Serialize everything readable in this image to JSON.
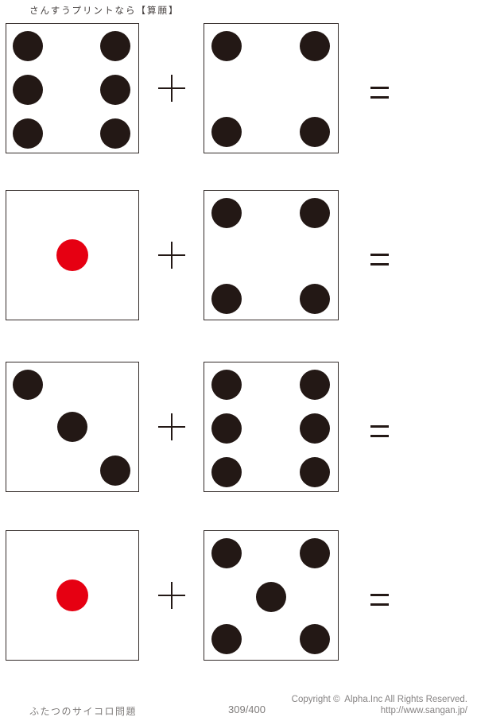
{
  "header": {
    "title": "さんすうプリントなら【算願】"
  },
  "problems": [
    {
      "left": {
        "value": 6,
        "pip_color": "#231815"
      },
      "right": {
        "value": 4,
        "pip_color": "#231815"
      }
    },
    {
      "left": {
        "value": 1,
        "pip_color": "#e60012"
      },
      "right": {
        "value": 4,
        "pip_color": "#231815"
      }
    },
    {
      "left": {
        "value": 3,
        "pip_color": "#231815"
      },
      "right": {
        "value": 6,
        "pip_color": "#231815"
      }
    },
    {
      "left": {
        "value": 1,
        "pip_color": "#e60012"
      },
      "right": {
        "value": 5,
        "pip_color": "#231815"
      }
    }
  ],
  "operators": {
    "plus_label": "+",
    "equals_label": "="
  },
  "footer": {
    "left_label": "ふたつのサイコロ問題",
    "page_number": "309/400",
    "copyright": "Copyright ©  Alpha.Inc All Rights Reserved.",
    "url": "http://www.sangan.jp/"
  },
  "colors": {
    "pip_black": "#231815",
    "pip_red": "#e60012",
    "die_border": "#332b29",
    "footer_text": "#868383",
    "header_text": "#443f3e"
  }
}
